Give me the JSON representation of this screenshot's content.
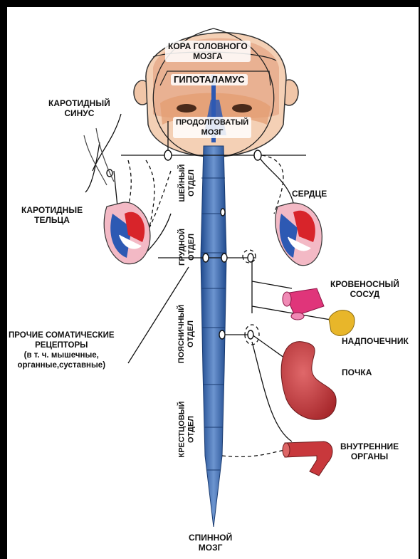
{
  "labels": {
    "cortex": [
      "КОРА ГОЛОВНОГО",
      "МОЗГА"
    ],
    "hypothalamus": "ГИПОТАЛАМУС",
    "medulla": [
      "ПРОДОЛГОВАТЫЙ",
      "МОЗГ"
    ],
    "carotid_sinus": [
      "КАРОТИДНЫЙ",
      "СИНУС"
    ],
    "carotid_bodies": [
      "КАРОТИДНЫЕ",
      "ТЕЛЬЦА"
    ],
    "heart": "СЕРДЦЕ",
    "blood_vessel": [
      "КРОВЕНОСНЫЙ",
      "СОСУД"
    ],
    "adrenal": "НАДПОЧЕЧНИК",
    "kidney": "ПОЧКА",
    "internal_organs": [
      "ВНУТРЕННИЕ",
      "ОРГАНЫ"
    ],
    "other_receptors": [
      "ПРОЧИЕ СОМАТИЧЕСКИЕ",
      "РЕЦЕПТОРЫ",
      "(в т. ч. мышечные,",
      "органные,суставные)"
    ],
    "spinal_cord": [
      "СПИННОЙ",
      "МОЗГ"
    ]
  },
  "sections": {
    "cervical": [
      "ШЕЙНЫЙ",
      "ОТДЕЛ"
    ],
    "thoracic": [
      "ГРУДНОЙ",
      "ОТДЕЛ"
    ],
    "lumbar": [
      "ПОЯСНИЧНЫЙ",
      "ОТДЕЛ"
    ],
    "sacral": [
      "КРЕСТЦОВЫЙ",
      "ОТДЕЛ"
    ]
  },
  "colors": {
    "spine": "#2f5fa8",
    "spine_light": "#6d95d0",
    "organ_red": "#c8383c",
    "vessel_pink": "#e0357a",
    "adrenal_yellow": "#e8b62a",
    "heart_blue": "#2d59b3"
  }
}
